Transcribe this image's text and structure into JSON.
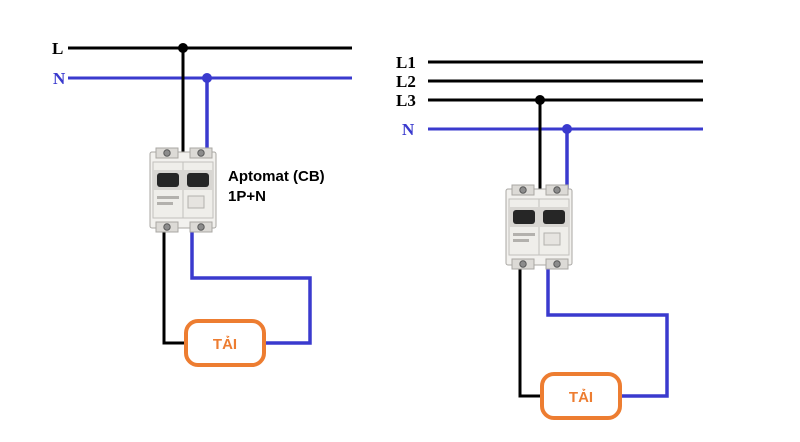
{
  "diagram": {
    "left": {
      "phase_label": "L",
      "neutral_label": "N",
      "breaker_label_line1": "Aptomat (CB)",
      "breaker_label_line2": "1P+N",
      "load_label": "TẢI"
    },
    "right": {
      "phase_labels": [
        "L1",
        "L2",
        "L3"
      ],
      "neutral_label": "N",
      "load_label": "TẢI"
    }
  },
  "colors": {
    "wire_black": "#000000",
    "wire_blue": "#3a3ace",
    "load_orange": "#ed7d31"
  }
}
